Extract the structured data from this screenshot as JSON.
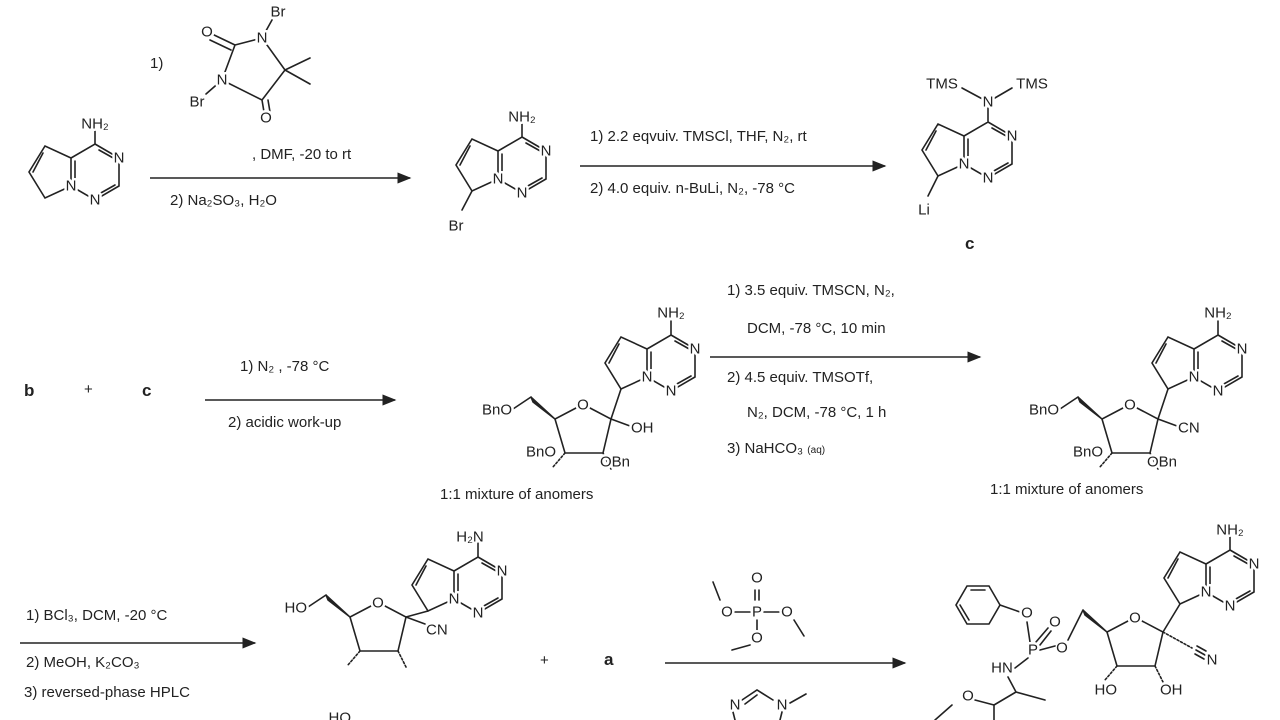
{
  "atoms": {
    "N": "N",
    "O": "O",
    "NH2": "NH₂",
    "H2N": "H₂N",
    "Br": "Br",
    "Li": "Li",
    "TMS": "TMS",
    "P": "P",
    "HN": "HN",
    "BnO": "BnO",
    "OBn": "OBn",
    "OH": "OH",
    "HO": "HO",
    "CN": "CN"
  },
  "step1": {
    "num": "1)",
    "cond_top": ", DMF, -20 to rt",
    "cond_bottom": "2) Na₂SO₃, H₂O"
  },
  "step2": {
    "top": "1) 2.2 eqvuiv. TMSCl, THF, N₂, rt",
    "bottom": "2) 4.0 equiv. n-BuLi, N₂, -78 °C"
  },
  "compound_c": {
    "label": "c"
  },
  "step3": {
    "reactant_b": "b",
    "plus": "+",
    "reactant_c": "c",
    "top": "1) N₂ , -78 °C",
    "bottom": "2) acidic work-up",
    "product_note": "1:1 mixture of anomers"
  },
  "step4": {
    "top1": "1) 3.5 equiv. TMSCN, N₂,",
    "top2": "DCM,  -78 °C, 10 min",
    "bottom1": "2) 4.5 equiv. TMSOTf,",
    "bottom2": "N₂, DCM,  -78 °C, 1 h",
    "bottom3": "3) NaHCO₃",
    "bottom3_sub": "(aq)",
    "product_note": "1:1 mixture of anomers"
  },
  "step5": {
    "l1": "1) BCl₃, DCM, -20 °C",
    "l2": "2) MeOH, K₂CO₃",
    "l3": "3) reversed-phase HPLC"
  },
  "step6": {
    "plus": "+",
    "reactant_a": "a"
  }
}
